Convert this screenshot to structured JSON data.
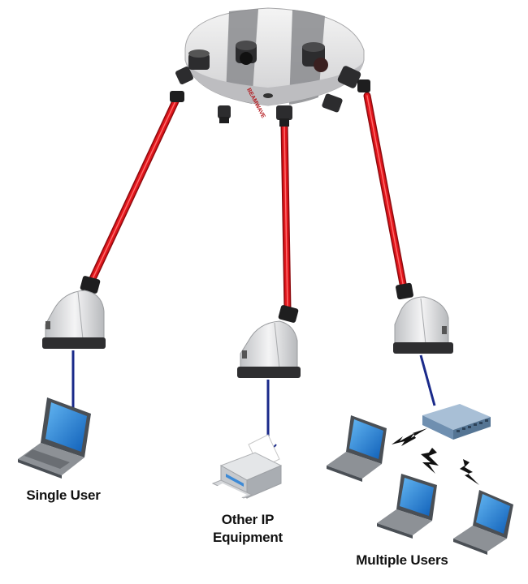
{
  "diagram": {
    "labels": {
      "single_user": "Single User",
      "other_ip_line1": "Other IP",
      "other_ip_line2": "Equipment",
      "multiple_users": "Multiple Users"
    },
    "brand_text": "BEAMWAVE",
    "colors": {
      "beam": "#e0151b",
      "cable": "#1a2a8a",
      "terminal_body": "#e9eaec",
      "terminal_base": "#2e2e30",
      "laptop_screen": "#1f7fd6",
      "laptop_body": "#4a4f55",
      "switch": "#6f8fb0",
      "wireless": "#111111"
    }
  }
}
